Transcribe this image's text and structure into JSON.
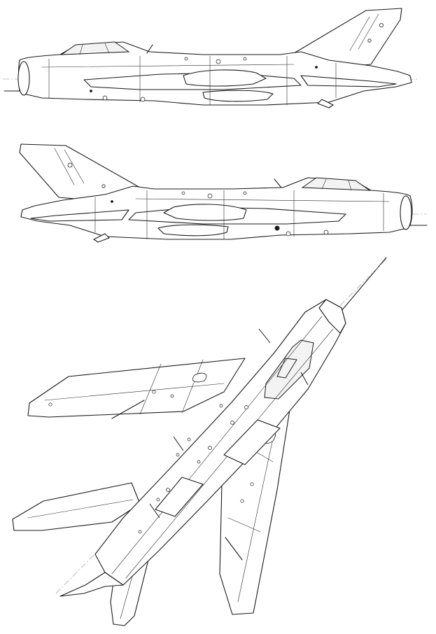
{
  "drawing": {
    "views": [
      {
        "id": "side-view-left-facing"
      },
      {
        "id": "side-view-right-facing"
      },
      {
        "id": "plan-view-top"
      }
    ]
  },
  "colors": {
    "line": "#1a1a1a",
    "background": "#ffffff",
    "centerline": "#8a8a8a"
  }
}
